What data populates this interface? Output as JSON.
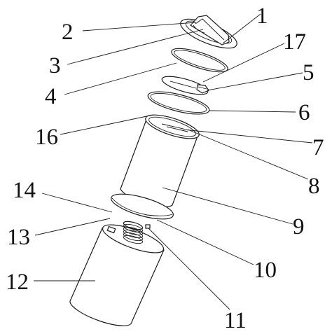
{
  "figure": {
    "callouts": [
      {
        "id": "c1",
        "label": "1"
      },
      {
        "id": "c2",
        "label": "2"
      },
      {
        "id": "c3",
        "label": "3"
      },
      {
        "id": "c4",
        "label": "4"
      },
      {
        "id": "c17",
        "label": "17"
      },
      {
        "id": "c5",
        "label": "5"
      },
      {
        "id": "c6",
        "label": "6"
      },
      {
        "id": "c16",
        "label": "16"
      },
      {
        "id": "c7",
        "label": "7"
      },
      {
        "id": "c8",
        "label": "8"
      },
      {
        "id": "c9",
        "label": "9"
      },
      {
        "id": "c14",
        "label": "14"
      },
      {
        "id": "c13",
        "label": "13"
      },
      {
        "id": "c10",
        "label": "10"
      },
      {
        "id": "c12",
        "label": "12"
      },
      {
        "id": "c11",
        "label": "11"
      }
    ]
  }
}
